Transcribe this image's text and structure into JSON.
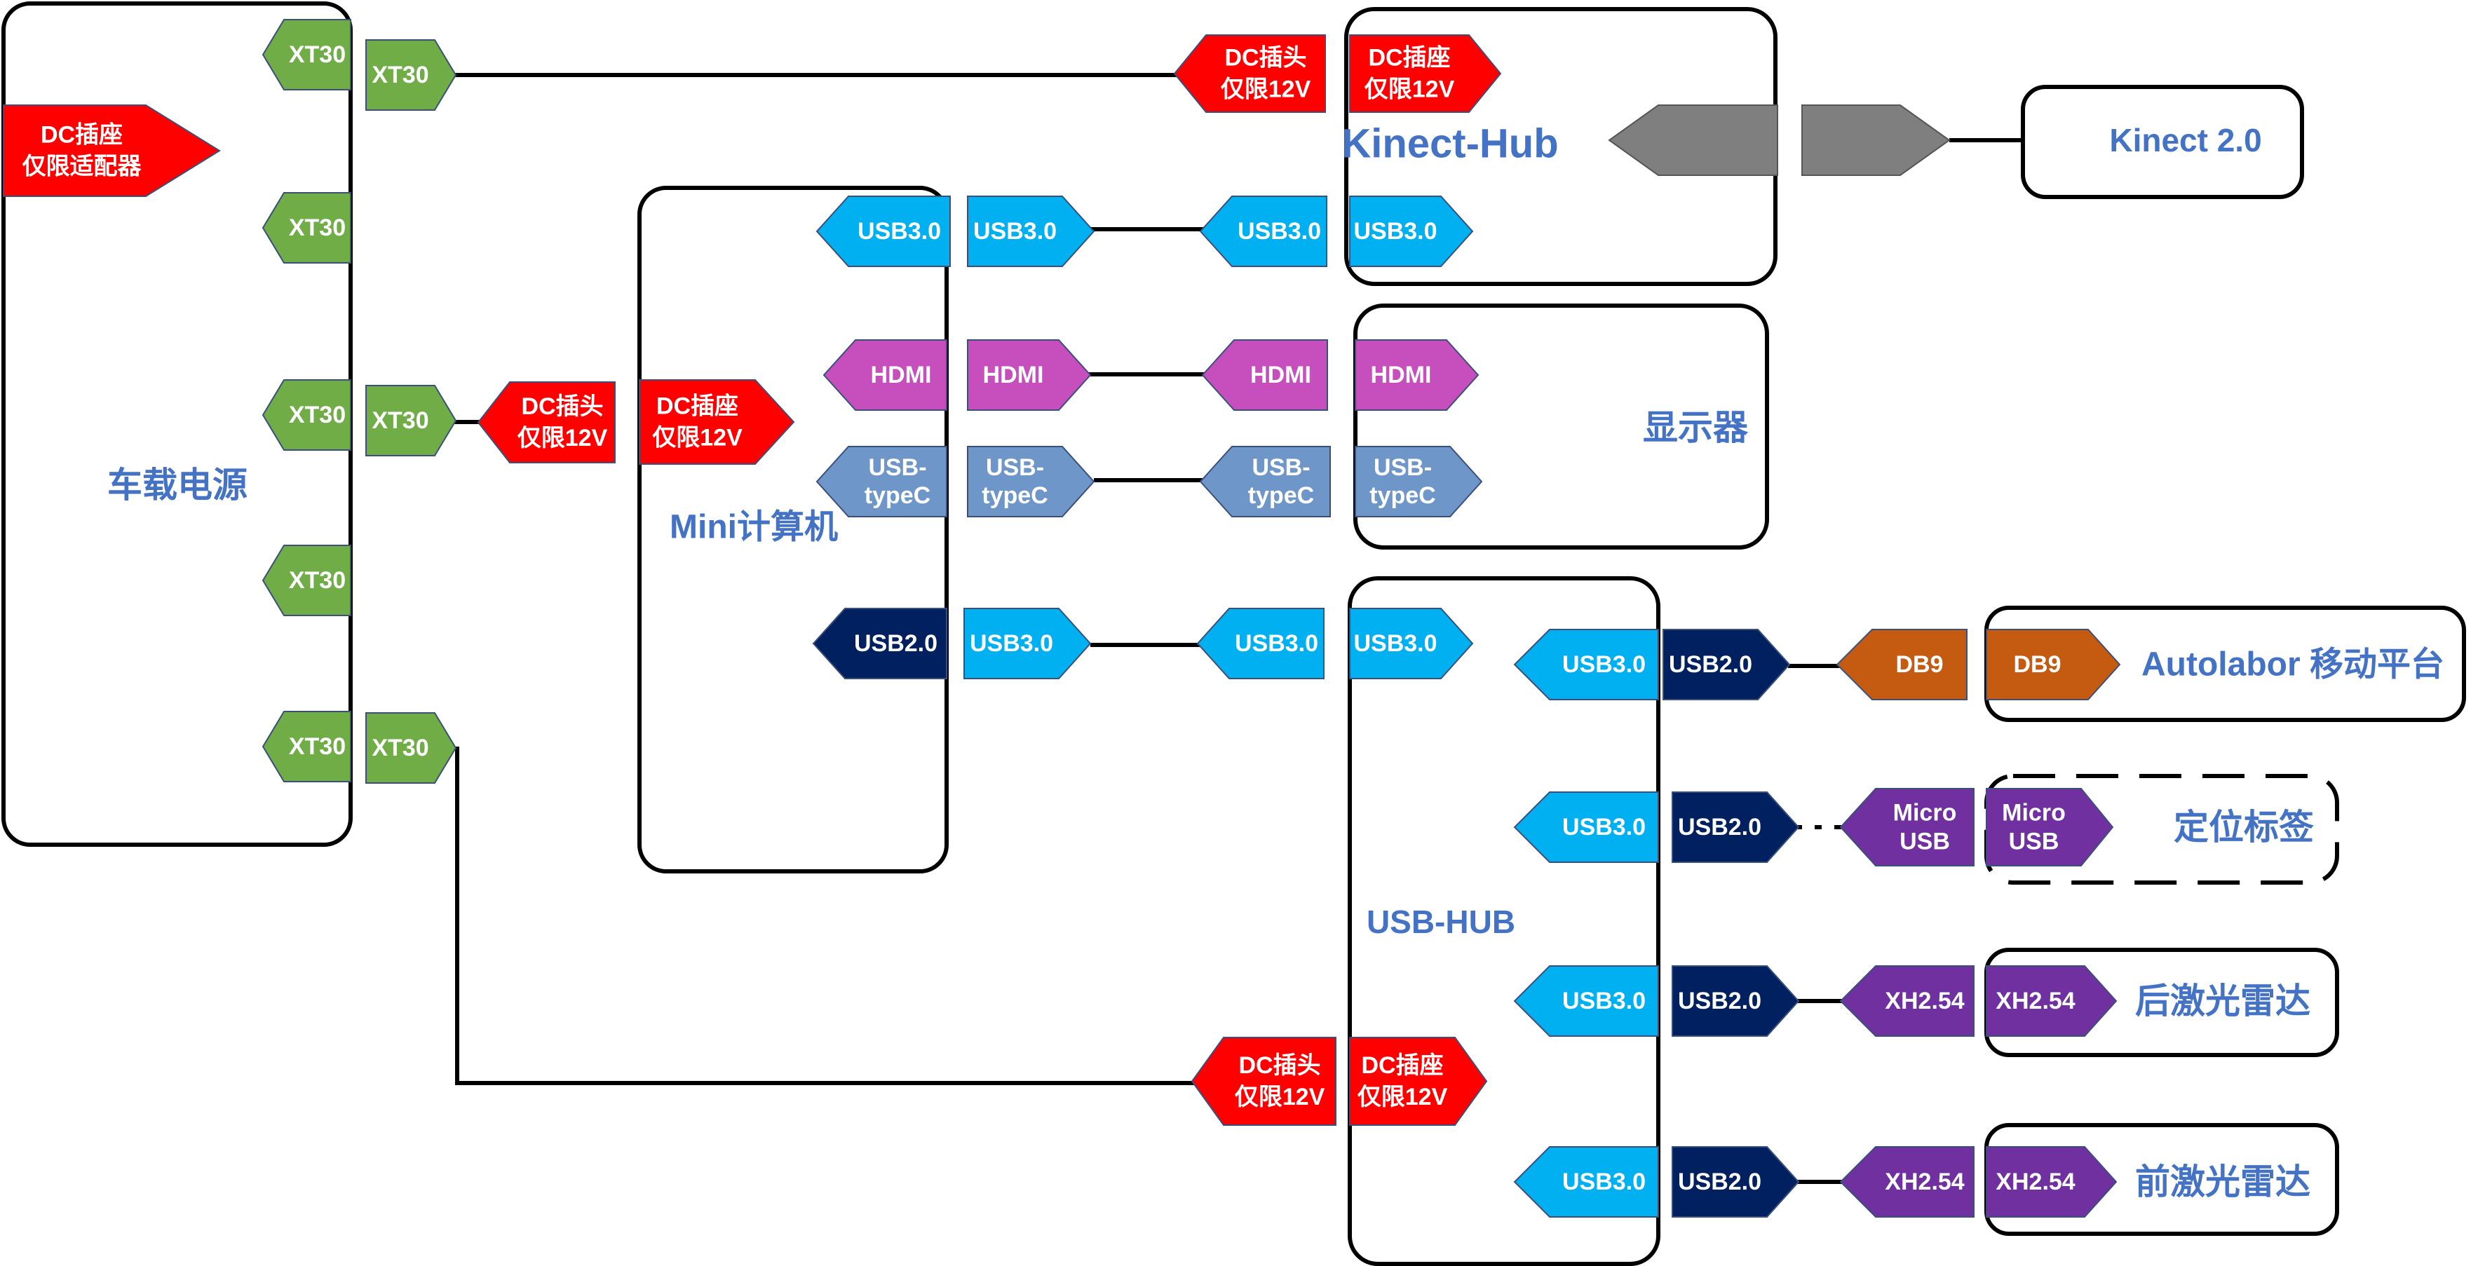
{
  "colors": {
    "xt30": "#70ad47",
    "dc": "#ff0000",
    "usb3": "#00b0f0",
    "usb2": "#002060",
    "hdmi": "#c74fbd",
    "typec": "#6f96c9",
    "db9": "#c55a11",
    "purple": "#7030a0",
    "gray": "#7f7f7f",
    "label": "#4472c4",
    "line": "#000000"
  },
  "boxes": {
    "power": "车载电源",
    "mini_pc": "Mini计算机",
    "kinect_hub": "Kinect-Hub",
    "kinect": "Kinect 2.0",
    "display": "显示器",
    "usb_hub": "USB-HUB",
    "autolabor": "Autolabor 移动平台",
    "locator": "定位标签",
    "rear_lidar": "后激光雷达",
    "front_lidar": "前激光雷达"
  },
  "connectors": {
    "xt30": "XT30",
    "dc_adapter": [
      "DC插座",
      "仅限适配器"
    ],
    "dc_plug": [
      "DC插头",
      "仅限12V"
    ],
    "dc_socket": [
      "DC插座",
      "仅限12V"
    ],
    "usb30": "USB3.0",
    "usb20": "USB2.0",
    "hdmi": "HDMI",
    "typec": [
      "USB-",
      "typeC"
    ],
    "db9": "DB9",
    "micro_usb": [
      "Micro",
      "USB"
    ],
    "xh254": "XH2.54"
  }
}
